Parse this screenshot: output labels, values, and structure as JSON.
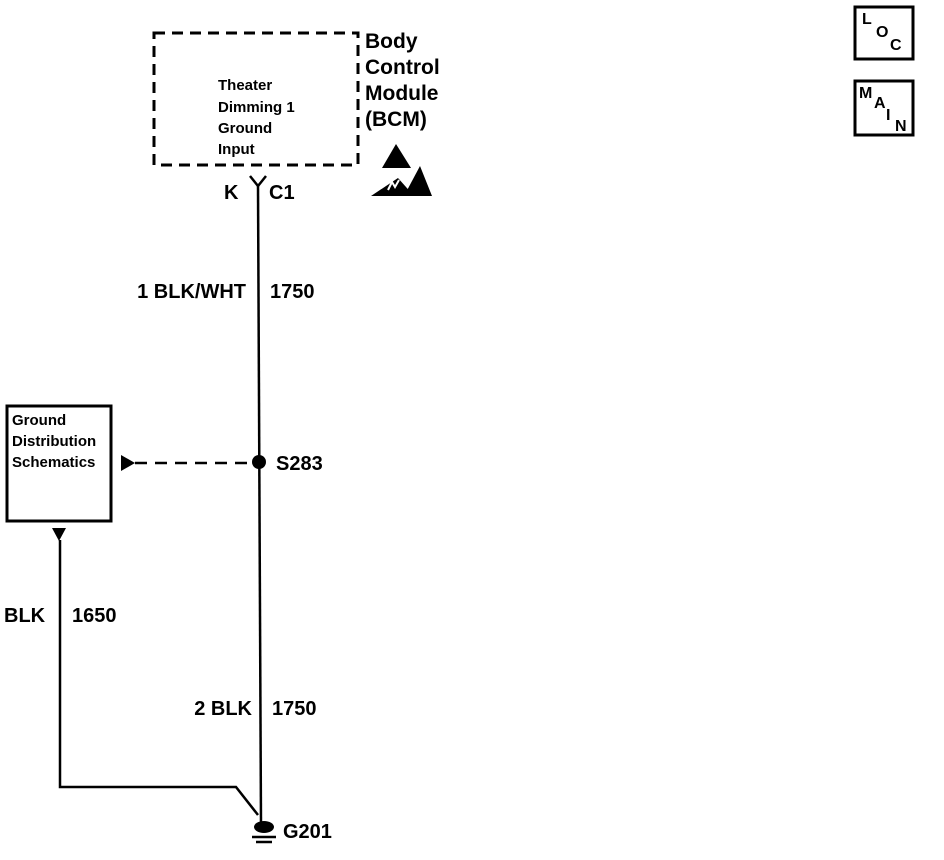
{
  "module": {
    "name_lines": [
      "Body",
      "Control",
      "Module",
      "(BCM)"
    ],
    "inner_lines": [
      "Theater",
      "Dimming 1",
      "Ground",
      "Input"
    ],
    "esd_icon": "esd-warning-icon"
  },
  "connector": {
    "pin": "K",
    "name": "C1"
  },
  "wires": {
    "upper": {
      "label": "1 BLK/WHT",
      "circuit": "1750"
    },
    "lower": {
      "label": "2 BLK",
      "circuit": "1750"
    },
    "ground_dist": {
      "label": "BLK",
      "circuit": "1650"
    }
  },
  "splice": {
    "label": "S283"
  },
  "ground": {
    "label": "G201",
    "icon": "ground-symbol-icon"
  },
  "ground_schematic": {
    "lines": [
      "Ground",
      "Distribution",
      "Schematics"
    ]
  },
  "nav": {
    "loc": [
      "L",
      "O",
      "C"
    ],
    "main": [
      "M",
      "A",
      "I",
      "N"
    ]
  },
  "colors": {
    "ink": "#000000",
    "background": "#ffffff"
  }
}
